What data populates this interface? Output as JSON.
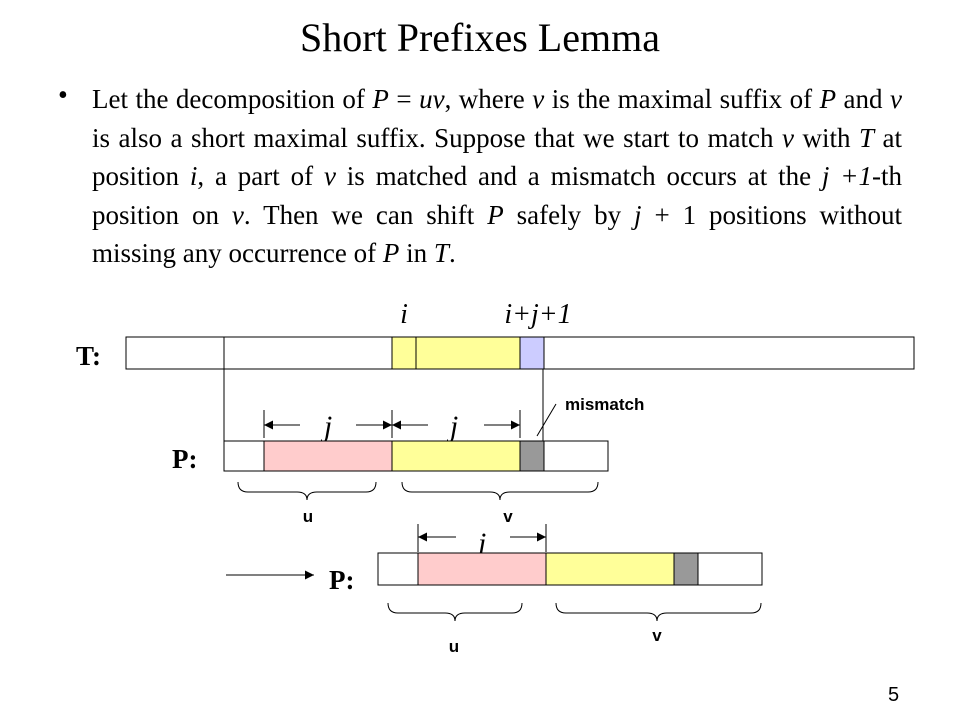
{
  "slide": {
    "title": "Short Prefixes Lemma",
    "bullet": {
      "t1": "Let the decomposition of ",
      "P1": "P",
      "t2": " = ",
      "uv": "uv",
      "t3": ", where ",
      "v1": "v",
      "t4": " is the maximal suffix of ",
      "P2": "P",
      "t5": " and ",
      "v2": "v",
      "t6": " is also a short maximal suffix. Suppose that we start to match ",
      "v3": "v",
      "t7": " with ",
      "T1": "T",
      "t8": " at position ",
      "i1": "i",
      "t9": ", a part of ",
      "v4": "v",
      "t10": " is matched and a mismatch occurs at the ",
      "j1": "j +1",
      "t11": "-th position on ",
      "v5": "v",
      "t12": ". Then we can shift ",
      "P3": "P",
      "t13": " safely by ",
      "j2": "j",
      "t14": " + 1 positions without missing any occurrence of ",
      "P4": "P",
      "t15": " in ",
      "T2": "T",
      "t16": "."
    },
    "page_number": "5"
  },
  "diagram": {
    "text_label": "T:",
    "pattern_label_top": "P:",
    "pattern_label_bottom": "P:",
    "pos_i": "i",
    "pos_ijplus1": "i+j+1",
    "j_label_u_top": "j",
    "j_label_v_top": "j",
    "j_label_bottom": "j",
    "mismatch_label": "mismatch",
    "u_label_top": "u",
    "v_label_top": "v",
    "u_label_bottom": "u",
    "v_label_bottom": "v",
    "colors": {
      "yellow": "#ffff99",
      "pink": "#ffcccc",
      "lavender": "#ccccff",
      "gray": "#999999",
      "outline": "#000000"
    }
  }
}
